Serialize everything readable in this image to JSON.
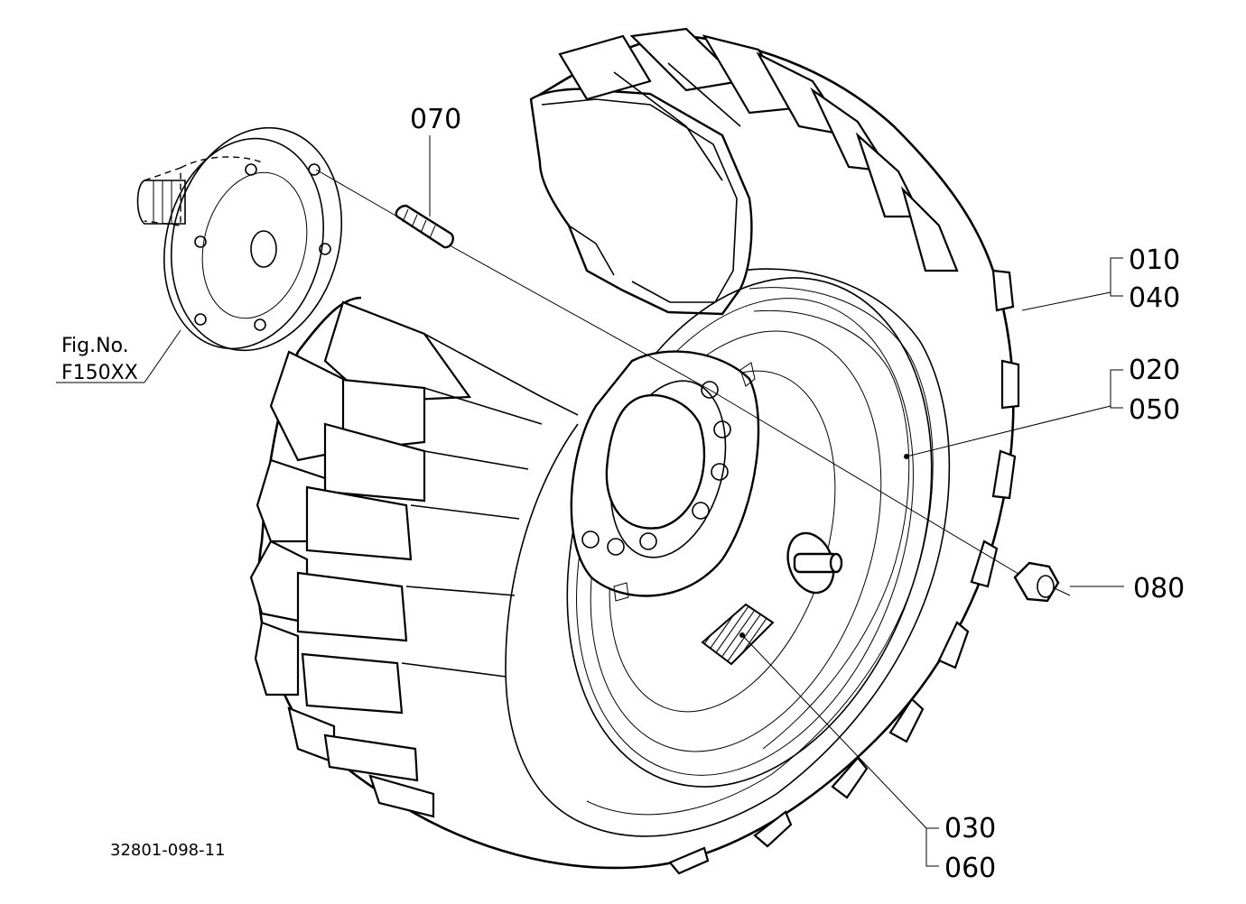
{
  "diagram": {
    "part_labels": {
      "p010": "010",
      "p020": "020",
      "p030": "030",
      "p040": "040",
      "p050": "050",
      "p060": "060",
      "p070": "070",
      "p080": "080"
    },
    "figure_ref": {
      "line1": "Fig.No.",
      "line2": "F150XX"
    },
    "drawing_number": "32801-098-11"
  }
}
